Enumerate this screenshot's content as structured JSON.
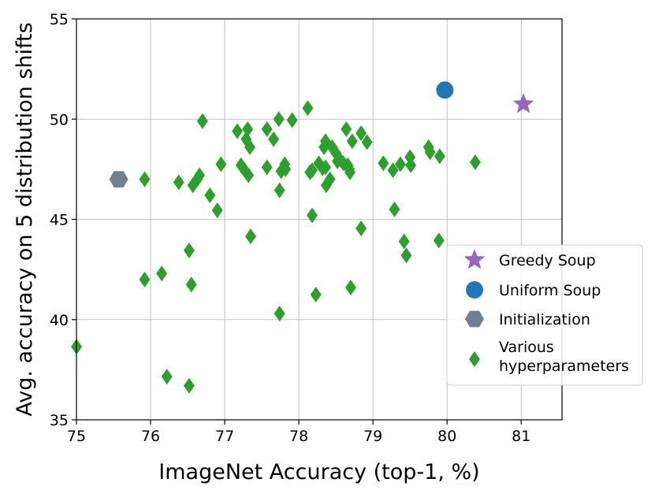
{
  "chart_data": {
    "type": "scatter",
    "title": "",
    "xlabel": "ImageNet Accuracy (top-1, %)",
    "ylabel": "Avg. accuracy on 5 distribution shifts",
    "xlim": [
      75,
      81.55
    ],
    "ylim": [
      35,
      55
    ],
    "xticks": [
      75,
      76,
      77,
      78,
      79,
      80,
      81
    ],
    "yticks": [
      35,
      40,
      45,
      50,
      55
    ],
    "grid": true,
    "legend_position": "lower-right",
    "series": [
      {
        "name": "Greedy Soup",
        "marker": "star",
        "color": "#9467bd",
        "points": [
          [
            81.03,
            50.75
          ]
        ]
      },
      {
        "name": "Uniform Soup",
        "marker": "circle",
        "color": "#1f77b4",
        "points": [
          [
            79.97,
            51.45
          ]
        ]
      },
      {
        "name": "Initialization",
        "marker": "hexagon",
        "color": "#708090",
        "points": [
          [
            75.57,
            47.0
          ]
        ]
      },
      {
        "name": "Various\nhyperparameters",
        "marker": "diamond",
        "color": "#2ca02c",
        "points": [
          [
            75.0,
            38.65
          ],
          [
            75.92,
            47.0
          ],
          [
            75.92,
            42.0
          ],
          [
            76.22,
            37.15
          ],
          [
            76.15,
            42.3
          ],
          [
            76.38,
            46.85
          ],
          [
            76.52,
            43.45
          ],
          [
            76.52,
            36.7
          ],
          [
            76.55,
            41.75
          ],
          [
            76.57,
            46.7
          ],
          [
            76.63,
            47.0
          ],
          [
            76.66,
            47.2
          ],
          [
            76.7,
            49.9
          ],
          [
            76.8,
            46.2
          ],
          [
            76.9,
            45.45
          ],
          [
            76.95,
            47.75
          ],
          [
            77.17,
            49.4
          ],
          [
            77.22,
            47.7
          ],
          [
            77.26,
            47.5
          ],
          [
            77.29,
            49.0
          ],
          [
            77.31,
            49.5
          ],
          [
            77.32,
            47.2
          ],
          [
            77.34,
            48.6
          ],
          [
            77.35,
            44.15
          ],
          [
            77.57,
            49.5
          ],
          [
            77.57,
            47.6
          ],
          [
            77.66,
            49.0
          ],
          [
            77.73,
            50.0
          ],
          [
            77.74,
            46.45
          ],
          [
            77.74,
            40.3
          ],
          [
            77.76,
            47.4
          ],
          [
            77.81,
            47.75
          ],
          [
            77.82,
            47.5
          ],
          [
            77.91,
            49.95
          ],
          [
            78.12,
            50.55
          ],
          [
            78.15,
            47.35
          ],
          [
            78.18,
            47.45
          ],
          [
            78.18,
            45.2
          ],
          [
            78.23,
            41.25
          ],
          [
            78.27,
            47.8
          ],
          [
            78.32,
            47.55
          ],
          [
            78.34,
            48.6
          ],
          [
            78.36,
            48.9
          ],
          [
            78.36,
            47.6
          ],
          [
            78.37,
            46.7
          ],
          [
            78.42,
            47.0
          ],
          [
            78.45,
            48.6
          ],
          [
            78.5,
            48.3
          ],
          [
            78.52,
            47.9
          ],
          [
            78.55,
            48.0
          ],
          [
            78.6,
            47.8
          ],
          [
            78.64,
            49.5
          ],
          [
            78.66,
            47.7
          ],
          [
            78.68,
            47.5
          ],
          [
            78.69,
            47.35
          ],
          [
            78.7,
            41.6
          ],
          [
            78.72,
            48.9
          ],
          [
            78.84,
            49.3
          ],
          [
            78.84,
            44.55
          ],
          [
            78.92,
            48.85
          ],
          [
            79.14,
            47.8
          ],
          [
            79.27,
            47.45
          ],
          [
            79.29,
            45.5
          ],
          [
            79.37,
            47.75
          ],
          [
            79.42,
            43.9
          ],
          [
            79.45,
            43.2
          ],
          [
            79.5,
            48.1
          ],
          [
            79.51,
            47.7
          ],
          [
            79.75,
            48.6
          ],
          [
            79.77,
            48.35
          ],
          [
            79.9,
            48.15
          ],
          [
            79.89,
            43.95
          ],
          [
            80.38,
            47.85
          ]
        ]
      }
    ]
  }
}
